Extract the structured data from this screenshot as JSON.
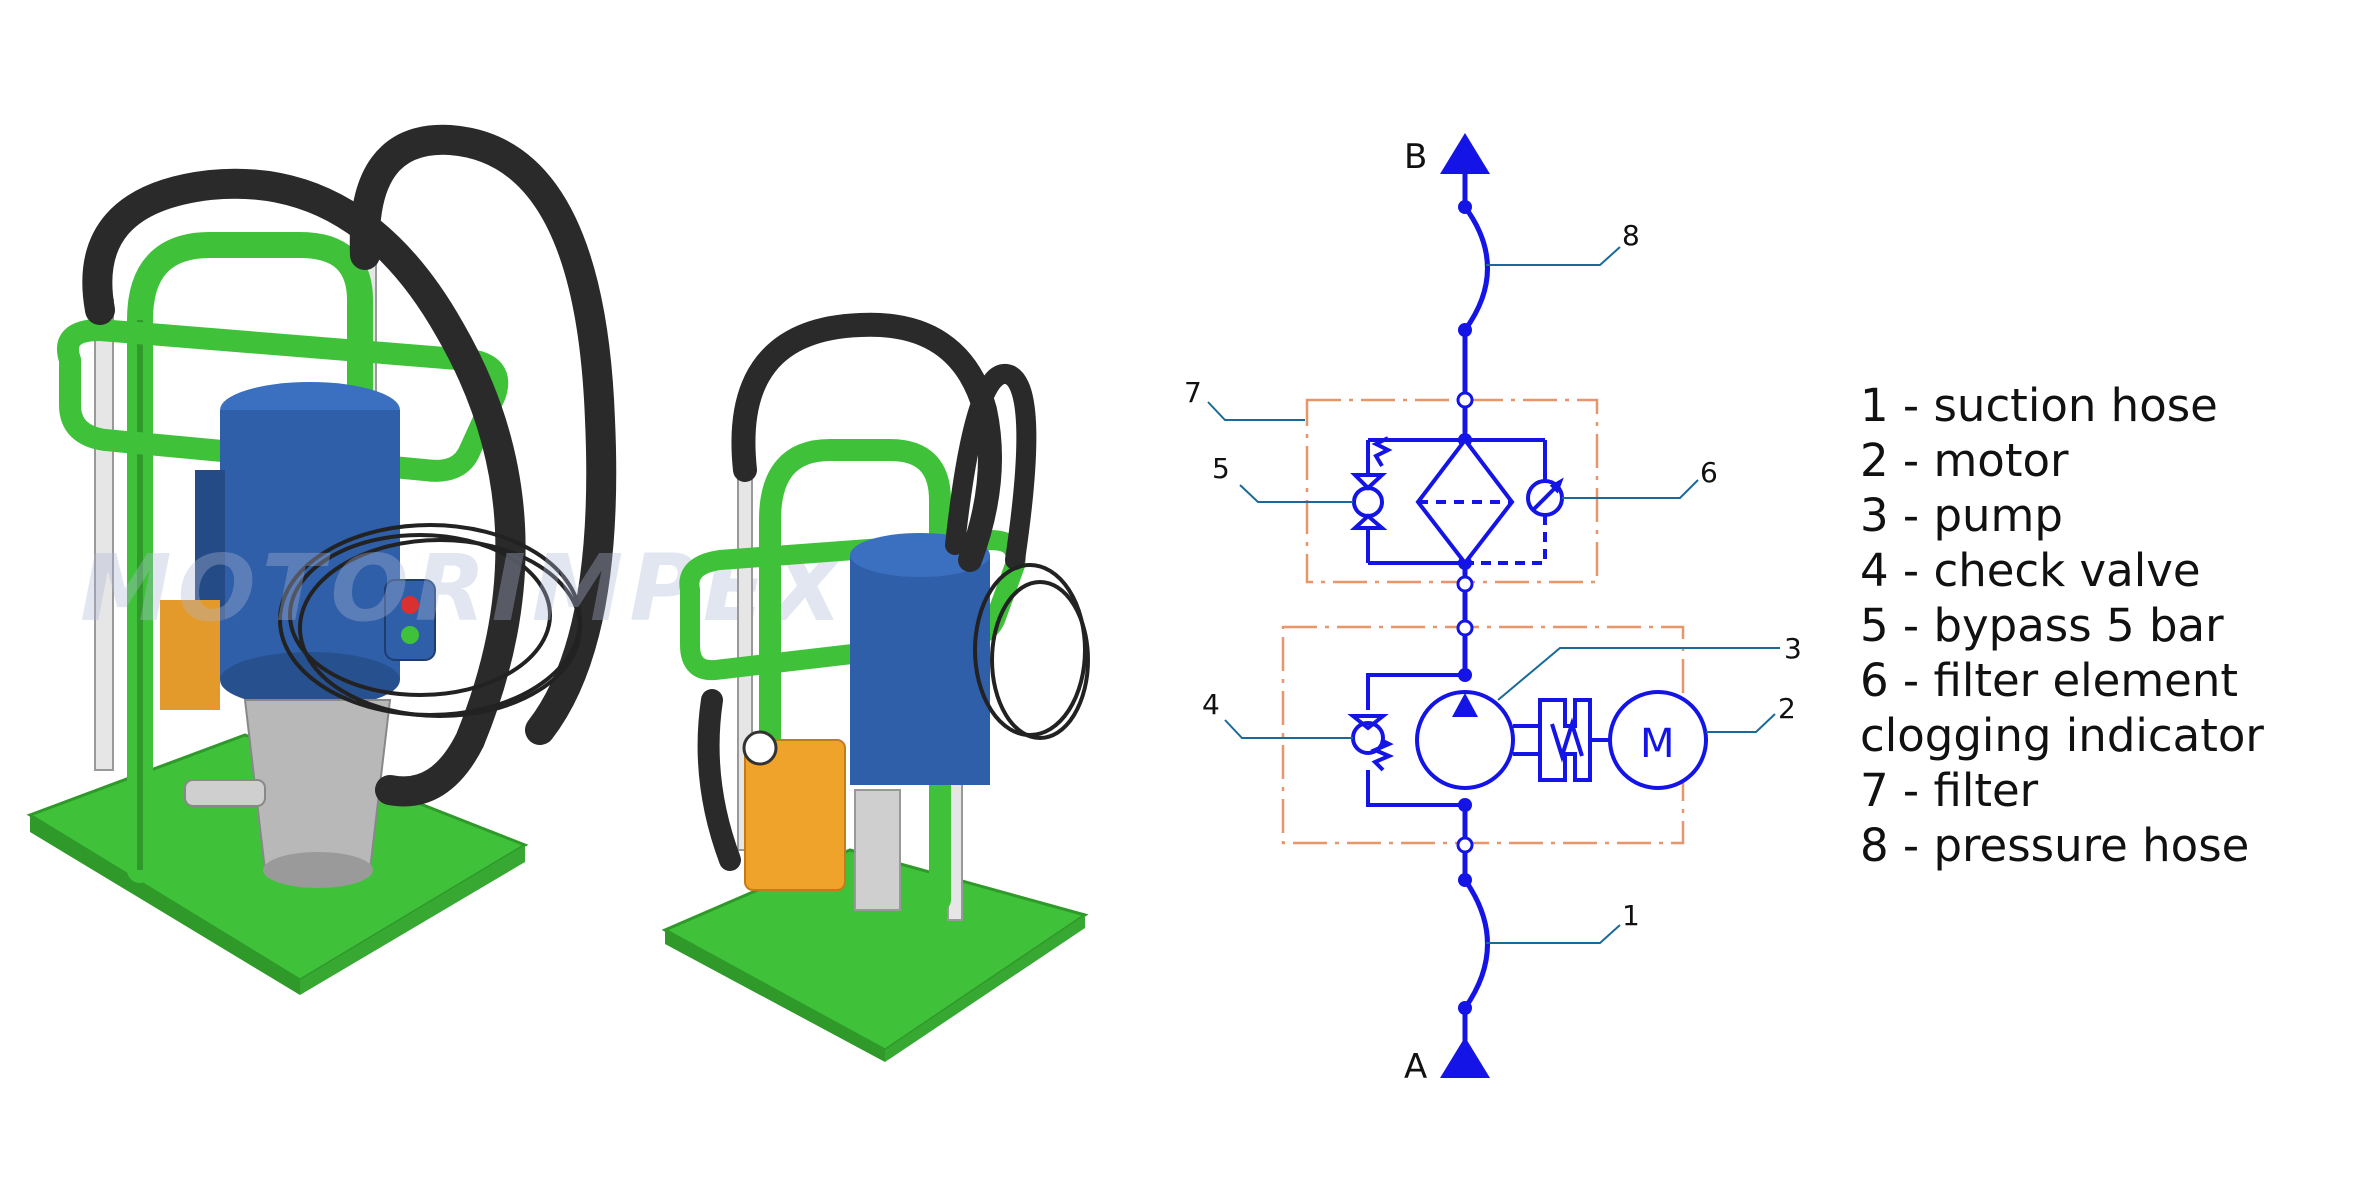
{
  "watermark": "MOTORIMPEX",
  "ports": {
    "outlet": "B",
    "inlet": "A"
  },
  "callouts": {
    "c1": "1",
    "c2": "2",
    "c3": "3",
    "c4": "4",
    "c5": "5",
    "c6": "6",
    "c7": "7",
    "c8": "8"
  },
  "motor_symbol": "M",
  "legend": [
    "1 - suction hose",
    "2 - motor",
    "3 - pump",
    "4 - check valve",
    "5 - bypass 5 bar",
    "6 - filter element",
    "clogging indicator",
    "7 - filter",
    "8 - pressure hose"
  ],
  "colors": {
    "circuit": "#1414e6",
    "enclosure": "#e8956a",
    "leader": "#1a6a99",
    "frame": "#3fc23a",
    "motor": "#2f5fa8",
    "hose": "#2a2a2a",
    "filter_canister": "#f0a32a"
  }
}
